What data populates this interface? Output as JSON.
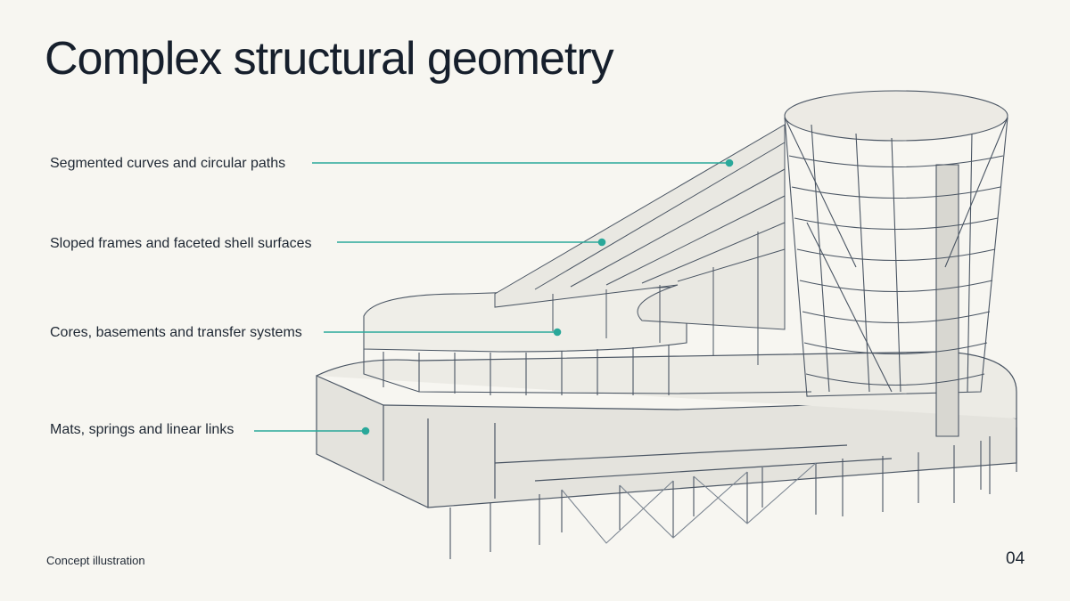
{
  "slide": {
    "title": "Complex structural geometry",
    "footer_note": "Concept illustration",
    "page_number": "04"
  },
  "callouts": [
    {
      "label": "Segmented curves and circular paths"
    },
    {
      "label": "Sloped frames and faceted shell surfaces"
    },
    {
      "label": "Cores, basements and transfer systems"
    },
    {
      "label": "Mats, springs and linear links"
    }
  ],
  "colors": {
    "background": "#f7f6f1",
    "accent": "#2aa89a",
    "line": "#4a5563",
    "text": "#1b2430"
  }
}
